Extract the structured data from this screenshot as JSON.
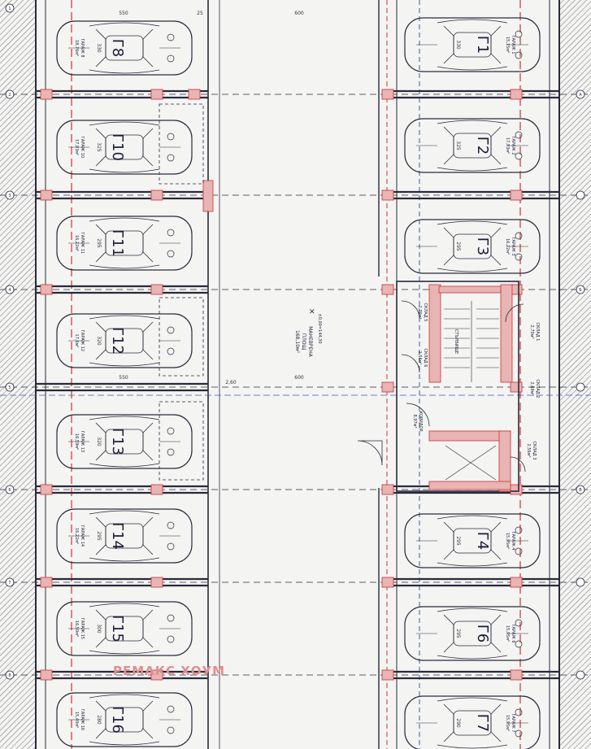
{
  "plan": {
    "garages_left": [
      {
        "id": "Г8",
        "label": "ГАРАЖ 8",
        "area": "18,76м²",
        "depth": "330"
      },
      {
        "id": "Г10",
        "label": "ГАРАЖ 10",
        "area": "17,93м²",
        "depth": "325"
      },
      {
        "id": "Г11",
        "label": "ГАРАЖ 11",
        "area": "16,22м²",
        "depth": "295"
      },
      {
        "id": "Г12",
        "label": "ГАРАЖ 12",
        "area": "17,6м²",
        "depth": "320"
      },
      {
        "id": "Г13",
        "label": "ГАРАЖ 13",
        "area": "16,59м²",
        "depth": "320"
      },
      {
        "id": "Г14",
        "label": "ГАРАЖ 14",
        "area": "16,22м²",
        "depth": "295"
      },
      {
        "id": "Г15",
        "label": "ГАРАЖ 15",
        "area": "16,50м²",
        "depth": "300"
      },
      {
        "id": "Г16",
        "label": "ГАРАЖ 16",
        "area": "15,40м²",
        "depth": "280"
      }
    ],
    "garages_right": [
      {
        "id": "Г1",
        "label": "ГАРАЖ 1",
        "area": "15,15м²",
        "depth": "330"
      },
      {
        "id": "Г2",
        "label": "ГАРАЖ 2",
        "area": "17,93м²",
        "depth": "325"
      },
      {
        "id": "Г3",
        "label": "ГАРАЖ 3",
        "area": "16,22м²",
        "depth": "295"
      },
      {
        "id": "Г4",
        "label": "ГАРАЖ 4",
        "area": "15,95м²",
        "depth": "295"
      },
      {
        "id": "Г6",
        "label": "ГАРАЖ 6",
        "area": "15,95м²",
        "depth": "295"
      },
      {
        "id": "Г7",
        "label": "ГАРАЖ 7",
        "area": "15,95м²",
        "depth": "290"
      }
    ],
    "maneuver": {
      "title": "МАНЕВРЕНА",
      "sub": "ПЛОЩ",
      "area": "168,10м²",
      "level": "±0,00=144,30"
    },
    "storages": [
      {
        "label": "СКЛАД 5",
        "area": "2,70м²"
      },
      {
        "label": "СКЛАД 6",
        "area": "2,56м²"
      },
      {
        "label": "СКЛАД 1",
        "area": "2,70м²"
      },
      {
        "label": "СКЛАД 2",
        "area": "2,69м²"
      },
      {
        "label": "СКЛАД 3",
        "area": "2,56м²"
      }
    ],
    "stair_label": "СТЪЛБИЩЕ",
    "corridor": {
      "label": "КОРИДОР",
      "area": "8,97м²"
    },
    "dims": {
      "top_left": "550",
      "top_mid": "600",
      "mid_left": "550",
      "mid_mid": "600",
      "col": "25",
      "level_side": "2,60"
    },
    "axis_left": [
      "1",
      "2",
      "3",
      "4",
      "5",
      "6",
      "7",
      "8"
    ],
    "axis_rows": [
      "А",
      "Б",
      "В"
    ]
  },
  "watermark": "РЕМАКС ХОУМ",
  "colors": {
    "line": "#2a2a3c",
    "red": "#cc3333",
    "blue": "#3a5ca8",
    "hatch": "#7a7a80"
  }
}
